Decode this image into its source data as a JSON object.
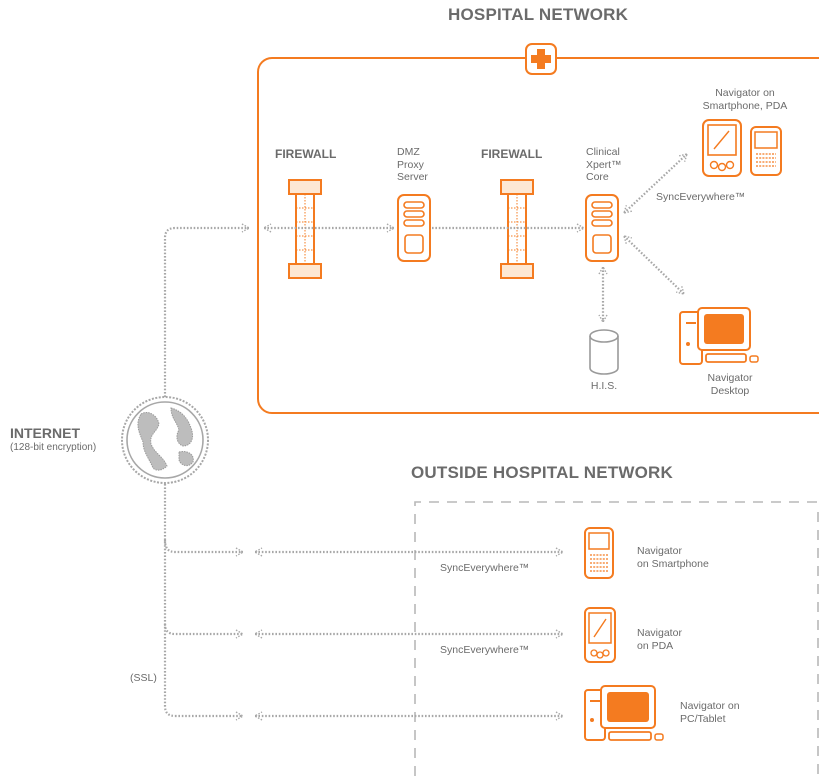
{
  "colors": {
    "accent": "#f47b20",
    "line": "#a7a7a7",
    "text": "#6b6b6b",
    "fill_light": "#fde8d4"
  },
  "hospital": {
    "title": "HOSPITAL NETWORK",
    "firewall_left": "FIREWALL",
    "firewall_right": "FIREWALL",
    "dmz": [
      "DMZ",
      "Proxy",
      "Server"
    ],
    "core": [
      "Clinical",
      "Xpert™",
      "Core"
    ],
    "smartphone_pda": [
      "Navigator on",
      "Smartphone, PDA"
    ],
    "sync": "SyncEverywhere™",
    "his": "H.I.S.",
    "desktop": [
      "Navigator",
      "Desktop"
    ]
  },
  "internet": {
    "title": "INTERNET",
    "subtitle": "(128-bit encryption)",
    "ssl": "(SSL)"
  },
  "outside": {
    "title": "OUTSIDE HOSPITAL NETWORK",
    "sync1": "SyncEverywhere™",
    "sync2": "SyncEverywhere™",
    "smartphone": [
      "Navigator",
      "on Smartphone"
    ],
    "pda": [
      "Navigator",
      "on PDA"
    ],
    "pc": [
      "Navigator on",
      "PC/Tablet"
    ]
  },
  "icons": [
    "hospital-cross-icon",
    "firewall-icon",
    "server-icon",
    "database-icon",
    "pda-icon",
    "smartphone-icon",
    "desktop-computer-icon",
    "globe-icon"
  ]
}
